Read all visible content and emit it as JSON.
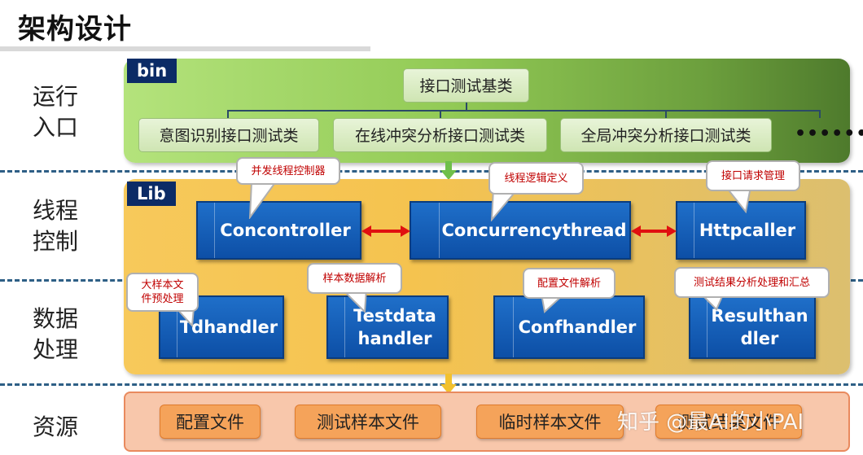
{
  "title": "架构设计",
  "side_labels": {
    "run_entry": [
      "运行",
      "入口"
    ],
    "thread_control": [
      "线程",
      "控制"
    ],
    "data_processing": [
      "数据",
      "处理"
    ],
    "resources": "资源"
  },
  "bin": {
    "tag": "bin",
    "base_class": "接口测试基类",
    "subclasses": [
      "意图识别接口测试类",
      "在线冲突分析接口测试类",
      "全局冲突分析接口测试类"
    ],
    "more": "••••••"
  },
  "lib": {
    "tag": "Lib",
    "thread_control": [
      {
        "label": "Concontroller",
        "callout": "并发线程控制器"
      },
      {
        "label": "Concurrencythread",
        "callout": "线程逻辑定义"
      },
      {
        "label": "Httpcaller",
        "callout": "接口请求管理"
      }
    ],
    "data_handlers": [
      {
        "label_lines": [
          "Tdhandler"
        ],
        "callout_lines": [
          "大样本文",
          "件预处理"
        ]
      },
      {
        "label_lines": [
          "Testdata",
          "handler"
        ],
        "callout_lines": [
          "样本数据解析"
        ]
      },
      {
        "label_lines": [
          "Confhandler"
        ],
        "callout_lines": [
          "配置文件解析"
        ]
      },
      {
        "label_lines": [
          "Resulthan",
          "dler"
        ],
        "callout_lines": [
          "测试结果分析处理和汇总"
        ]
      }
    ]
  },
  "resources": {
    "files": [
      "配置文件",
      "测试样本文件",
      "临时样本文件",
      "测试结果文件"
    ]
  },
  "watermark": "知乎 @最AI的小PAI",
  "colors": {
    "dash": "#2e5f86",
    "box_blue": "#1160b8",
    "arrow_red": "#e01010",
    "arrow_green": "#6fbf4a",
    "arrow_yellow": "#f2c12e",
    "callout_text": "#c00000"
  }
}
